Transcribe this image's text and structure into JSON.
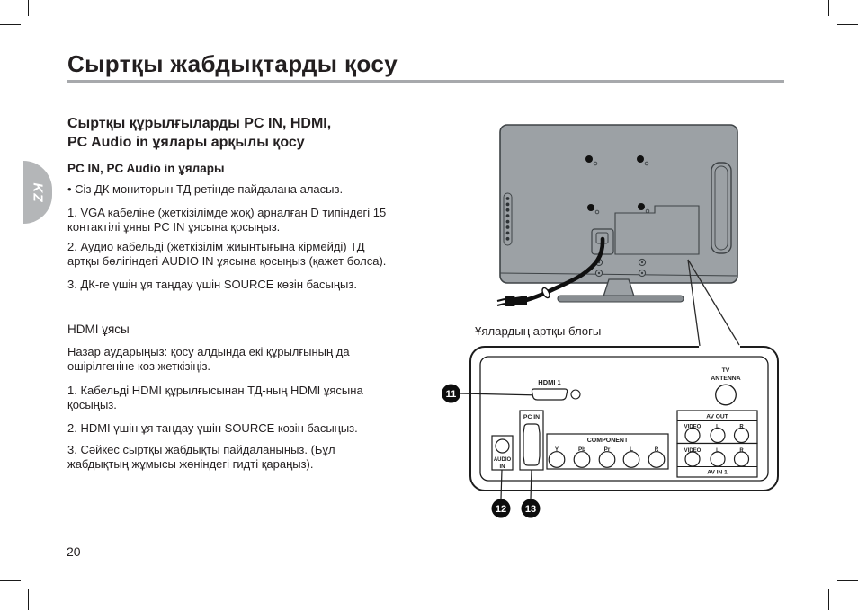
{
  "page": {
    "title": "Сыртқы жабдықтарды қосу",
    "page_number": "20",
    "language_tab": "KZ",
    "colors": {
      "rule_gray": "#a7a9ac",
      "tv_body_gray": "#9ca1a5",
      "tab_gray": "#b4b6b8",
      "text_dark": "#231f20",
      "line_dark": "#3e4346"
    }
  },
  "content": {
    "subtitle_lines": [
      "Сыртқы құрылғыларды PC IN, HDMI,",
      "PC Audio in ұялары арқылы қосу"
    ],
    "pc_section": {
      "heading": "PC IN, PC Audio in ұялары",
      "bullet": "• Сіз ДК мониторын ТД ретінде пайдалана аласыз.",
      "steps": [
        "1. VGA кабеліне (жеткізілімде жоқ) арналған D типіндегі 15 контактілі ұяны PC IN ұясына қосыңыз.",
        "2. Аудио кабельді (жеткізілім жиынтығына кірмейді) ТД артқы бөлігіндегі AUDIO IN ұясына қосыңыз (қажет болса).",
        "3. ДК-ге үшін ұя таңдау үшін SOURCE көзін басыңыз."
      ]
    },
    "hdmi_section": {
      "heading": "HDMI ұясы",
      "note": "Назар аударыңыз: қосу алдында екі құрылғының да өшірілгеніне көз жеткізіңіз.",
      "steps": [
        "1. Кабельді HDMI құрылғысынан ТД-ның HDMI ұясына қосыңыз.",
        "2. HDMI үшін ұя таңдау үшін SOURCE көзін басыңыз.",
        "3. Сәйкес сыртқы жабдықты пайдаланыңыз. (Бұл жабдықтың жұмысы жөніндегі гидті қараңыз)."
      ]
    }
  },
  "diagram": {
    "caption": "Ұялардың артқы блогы",
    "callouts": [
      "11",
      "12",
      "13"
    ],
    "panel": {
      "hdmi": "HDMI 1",
      "antenna_lines": [
        "TV",
        "ANTENNA"
      ],
      "audio_in_lines": [
        "AUDIO",
        "IN"
      ],
      "pc_in": "PC IN",
      "component_header": "COMPONENT",
      "component_jacks": [
        "Y",
        "Pb",
        "Pr",
        "L",
        "R"
      ],
      "av_out_header": "AV OUT",
      "av_out_jacks": [
        "VIDEO",
        "L",
        "R"
      ],
      "av_in_jacks": [
        "VIDEO",
        "L",
        "R"
      ],
      "av_in_footer": "AV IN 1"
    }
  }
}
